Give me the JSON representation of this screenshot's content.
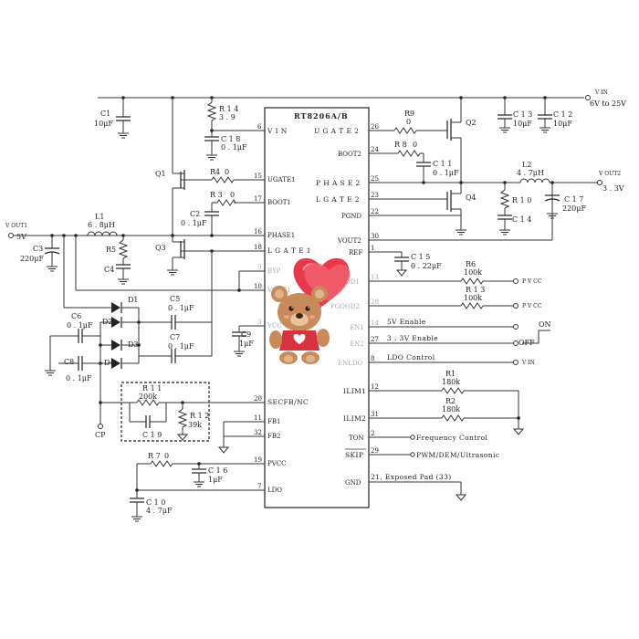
{
  "ic": {
    "name": "RT8206A/B",
    "left_pins": [
      {
        "num": "6",
        "name": "V I N"
      },
      {
        "num": "15",
        "name": "UGATE1"
      },
      {
        "num": "17",
        "name": "BOOT1"
      },
      {
        "num": "16",
        "name": "PHASE1"
      },
      {
        "num": "18",
        "name": "L G A T E 1"
      },
      {
        "num": "9",
        "name": "BYP"
      },
      {
        "num": "10",
        "name": "VOUT1"
      },
      {
        "num": "3",
        "name": "VCC"
      },
      {
        "num": "20",
        "name": "SECFB/NC"
      },
      {
        "num": "11",
        "name": "FB1"
      },
      {
        "num": "32",
        "name": "FB2"
      },
      {
        "num": "19",
        "name": "PVCC"
      },
      {
        "num": "7",
        "name": "LDO"
      }
    ],
    "right_pins": [
      {
        "num": "26",
        "name": "U G A T E 2"
      },
      {
        "num": "24",
        "name": "BOOT2"
      },
      {
        "num": "25",
        "name": "P H A S E 2"
      },
      {
        "num": "23",
        "name": "L G A T E 2"
      },
      {
        "num": "22",
        "name": "PGND"
      },
      {
        "num": "30",
        "name": "VOUT2"
      },
      {
        "num": "1",
        "name": "REF"
      },
      {
        "num": "13",
        "name": "PGOOD1"
      },
      {
        "num": "28",
        "name": "PGOOD2"
      },
      {
        "num": "14",
        "name": "EN1"
      },
      {
        "num": "27",
        "name": "EN2"
      },
      {
        "num": "8",
        "name": "ENLDO"
      },
      {
        "num": "12",
        "name": "ILIM1"
      },
      {
        "num": "31",
        "name": "ILIM2"
      },
      {
        "num": "2",
        "name": "TON"
      },
      {
        "num": "29",
        "name": "SKIP"
      },
      {
        "num": "",
        "name": "GND"
      }
    ]
  },
  "components": {
    "c1": {
      "ref": "C1",
      "value": "10μF"
    },
    "r14": {
      "ref": "R 1 4",
      "value": "3 . 9"
    },
    "c18": {
      "ref": "C 1 8",
      "value": "0 . 1μF"
    },
    "q1": {
      "ref": "Q1"
    },
    "r4": {
      "ref": "R4",
      "value": "0"
    },
    "r3": {
      "ref": "R 3",
      "value": "0"
    },
    "c2": {
      "ref": "C2",
      "value": "0 . 1μF"
    },
    "l1": {
      "ref": "L1",
      "value": "6 . 8μH"
    },
    "r5": {
      "ref": "R5"
    },
    "c4": {
      "ref": "C4"
    },
    "c3": {
      "ref": "C3",
      "value": "220μF"
    },
    "q3": {
      "ref": "Q3"
    },
    "d1": {
      "ref": "D1"
    },
    "d2": {
      "ref": "D2"
    },
    "d3": {
      "ref": "D3"
    },
    "d4": {
      "ref": "D4"
    },
    "c5": {
      "ref": "C5",
      "value": "0 . 1μF"
    },
    "c6": {
      "ref": "C6",
      "value": "0 . 1μF"
    },
    "c7": {
      "ref": "C7",
      "value": "0 . 1μF"
    },
    "c8": {
      "ref": "C8",
      "value": "0 . 1μF"
    },
    "c9": {
      "ref": "C9",
      "value": "1μF"
    },
    "r11": {
      "ref": "R 1 1",
      "value": "200k"
    },
    "c19": {
      "ref": "C 1 9"
    },
    "r12": {
      "ref": "R 1 2",
      "value": "39k"
    },
    "r7": {
      "ref": "R 7",
      "value": "0"
    },
    "c16": {
      "ref": "C 1 6",
      "value": "1μF"
    },
    "c10": {
      "ref": "C 1 0",
      "value": "4 . 7μF"
    },
    "r9": {
      "ref": "R9",
      "value": "0"
    },
    "q2": {
      "ref": "Q2"
    },
    "r8": {
      "ref": "R 8",
      "value": "0"
    },
    "c11": {
      "ref": "C 1 1",
      "value": "0 . 1μF"
    },
    "c13": {
      "ref": "C 1 3",
      "value": "10μF"
    },
    "c12": {
      "ref": "C 1 2",
      "value": "10μF"
    },
    "l2": {
      "ref": "L2",
      "value": "4 . 7μH"
    },
    "r10": {
      "ref": "R 1 0"
    },
    "c14": {
      "ref": "C 1 4"
    },
    "q4": {
      "ref": "Q4"
    },
    "c17": {
      "ref": "C 1 7",
      "value": "220μF"
    },
    "c15": {
      "ref": "C 1 5",
      "value": "0 . 22μF"
    },
    "r6": {
      "ref": "R6",
      "value": "100k"
    },
    "r13": {
      "ref": "R 1 3",
      "value": "100k"
    },
    "r1": {
      "ref": "R1",
      "value": "180k"
    },
    "r2": {
      "ref": "R2",
      "value": "180k"
    }
  },
  "nets": {
    "vin_label": "V IN",
    "vin_range": "6V to 25V",
    "vout2_label": "V OUT2",
    "vout2_value": "3 . 3V",
    "vout1_label": "V OUT1",
    "vout1_value": "5V",
    "cp": "CP",
    "pvcc1": "P V CC",
    "pvcc2": "P V CC",
    "vin2": "V IN",
    "on": "ON",
    "off": "OFF"
  },
  "signals": {
    "en1": "5V Enable",
    "en2": "3 . 3V Enable",
    "enldo": "LDO Control",
    "ton": "Frequency Control",
    "skip": "PWM/DEM/Ultrasonic",
    "gnd": "21, Exposed Pad (33)"
  },
  "colors": {
    "wire": "#333333",
    "heart": "#e8394a",
    "bear": "#c98a5a"
  },
  "icons": [
    "teddy-bear-icon",
    "heart-balloon-icon"
  ]
}
